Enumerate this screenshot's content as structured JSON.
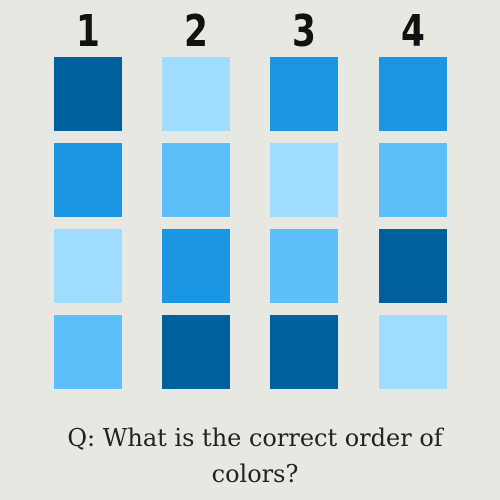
{
  "column_numbers": [
    "1",
    "2",
    "3",
    "4"
  ],
  "palette": {
    "dark_blue": "#00609d",
    "medium_blue": "#1a96e2",
    "light_blue": "#5cbffa",
    "pale_blue": "#9fdcff"
  },
  "columns": [
    {
      "number": "1",
      "swatches": [
        "#00609d",
        "#1a96e2",
        "#9fdcff",
        "#5cbffa"
      ]
    },
    {
      "number": "2",
      "swatches": [
        "#9fdcff",
        "#5cbffa",
        "#1a96e2",
        "#00609d"
      ]
    },
    {
      "number": "3",
      "swatches": [
        "#1a96e2",
        "#9fdcff",
        "#5cbffa",
        "#00609d"
      ]
    },
    {
      "number": "4",
      "swatches": [
        "#1a96e2",
        "#5cbffa",
        "#00609d",
        "#9fdcff"
      ]
    }
  ],
  "question": "Q: What is the correct order of colors?"
}
